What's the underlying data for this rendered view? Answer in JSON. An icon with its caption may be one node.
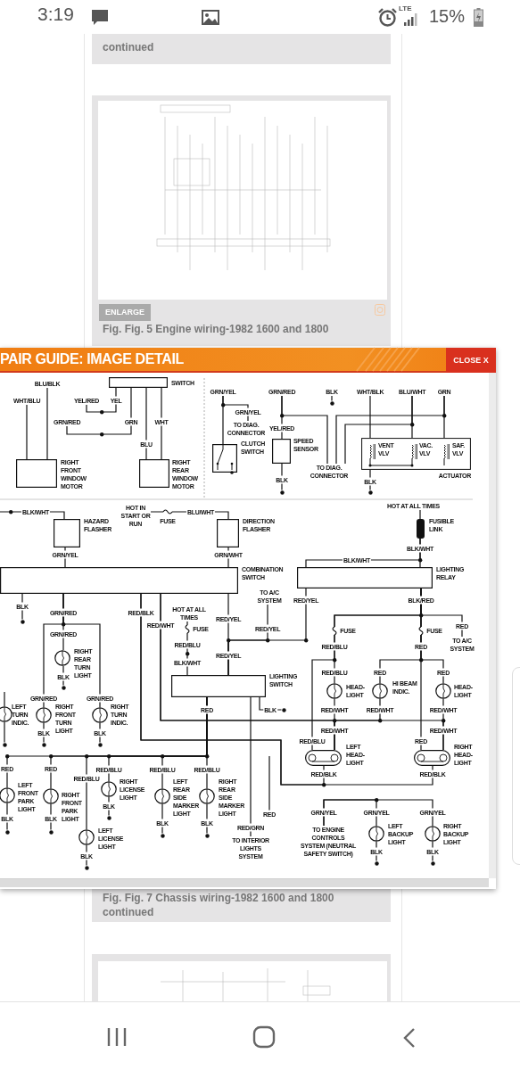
{
  "diagram": {
    "nodes": [
      {
        "text": [
          "SWITCH"
        ]
      },
      {
        "text": [
          "RIGHT FRONT WINDOW MOTOR"
        ]
      },
      {
        "text": [
          "RIGHT REAR WINDOW MOTOR"
        ]
      },
      {
        "text": [
          "CLUTCH SWITCH"
        ]
      },
      {
        "text": [
          "TO DIAG. CONNECTOR"
        ]
      },
      {
        "text": [
          "SPEED SENSOR"
        ]
      },
      {
        "text": [
          "TO DIAG. CONNECTOR"
        ]
      },
      {
        "text": [
          "VENT VLV",
          "VAC. VLV",
          "SAF. VLV",
          "ACTUATOR"
        ]
      },
      {
        "text": [
          "HOT IN START OR RUN"
        ]
      },
      {
        "text": [
          "HAZARD FLASHER"
        ]
      },
      {
        "text": [
          "DIRECTION FLASHER"
        ]
      },
      {
        "text": [
          "COMBINATION SWITCH"
        ]
      },
      {
        "text": [
          "TO A/C SYSTEM"
        ]
      },
      {
        "text": [
          "HOT AT ALL TIMES"
        ]
      },
      {
        "text": [
          "FUSIBLE LINK"
        ]
      },
      {
        "text": [
          "LIGHTING RELAY"
        ]
      },
      {
        "text": [
          "RIGHT REAR TURN LIGHT"
        ]
      },
      {
        "text": [
          "HOT AT ALL TIMES"
        ]
      },
      {
        "text": [
          "LIGHTING SWITCH"
        ]
      },
      {
        "text": [
          "LEFT TURN INDIC."
        ]
      },
      {
        "text": [
          "RIGHT FRONT TURN LIGHT"
        ]
      },
      {
        "text": [
          "RIGHT TURN INDIC."
        ]
      },
      {
        "text": [
          "LEFT FRONT PARK LIGHT"
        ]
      },
      {
        "text": [
          "RIGHT FRONT PARK LIGHT"
        ]
      },
      {
        "text": [
          "LEFT LICENSE LIGHT"
        ]
      },
      {
        "text": [
          "RIGHT LICENSE LIGHT"
        ]
      },
      {
        "text": [
          "LEFT REAR SIDE MARKER LIGHT"
        ]
      },
      {
        "text": [
          "RIGHT REAR SIDE MARKER LIGHT"
        ]
      },
      {
        "text": [
          "TO INTERIOR LIGHTS SYSTEM"
        ]
      },
      {
        "text": [
          "HEAD- LIGHT"
        ]
      },
      {
        "text": [
          "HI BEAM INDIC."
        ]
      },
      {
        "text": [
          "HEAD- LIGHT"
        ]
      },
      {
        "text": [
          "TO A/C SYSTEM"
        ]
      },
      {
        "text": [
          "LEFT HEAD- LIGHT"
        ]
      },
      {
        "text": [
          "RIGHT HEAD- LIGHT"
        ]
      },
      {
        "text": [
          "TO ENGINE CONTROLS SYSTEM (NEUTRAL SAFETY SWITCH)"
        ]
      },
      {
        "text": [
          "LEFT BACKUP LIGHT"
        ]
      },
      {
        "text": [
          "RIGHT BACKUP LIGHT"
        ]
      },
      {
        "text": [],
        "shape": "circle"
      },
      {
        "text": [],
        "shape": "circle"
      },
      {
        "text": [],
        "shape": "circle"
      },
      {
        "text": [],
        "shape": "circle"
      },
      {
        "text": [],
        "shape": "circle"
      },
      {
        "text": [],
        "shape": "circle"
      },
      {
        "text": [],
        "shape": "circle"
      },
      {
        "text": [],
        "shape": "circle"
      },
      {
        "text": [],
        "shape": "circle"
      },
      {
        "text": [],
        "shape": "circle"
      },
      {
        "text": [],
        "shape": "circle"
      },
      {
        "text": [],
        "shape": "circle"
      },
      {
        "text": [],
        "shape": "circle"
      },
      {
        "text": [],
        "shape": "circle"
      },
      {
        "text": [],
        "shape": "circle"
      },
      {
        "text": [],
        "shape": "circle"
      },
      {
        "text": [],
        "shape": "circle"
      },
      {
        "text": [
          "BLU/BLK"
        ]
      },
      {
        "text": [
          "WHT/BLU"
        ]
      },
      {
        "text": [
          "YEL/RED"
        ]
      },
      {
        "text": [
          "GRN/RED"
        ]
      },
      {
        "text": [
          "GRN/YEL"
        ]
      },
      {
        "text": [
          "GRN/RED"
        ]
      },
      {
        "text": [
          "BLK"
        ]
      },
      {
        "text": [
          "WHT/BLK"
        ]
      },
      {
        "text": [
          "BLU/WHT"
        ]
      },
      {
        "text": [
          "GRN"
        ]
      }
    ],
    "edges": [
      {
        "from": 56,
        "to": 1,
        "arrow": "none"
      },
      {
        "from": 55,
        "to": 1,
        "arrow": "none"
      },
      {
        "from": 0,
        "to": 58,
        "arrow": "none"
      },
      {
        "from": 0,
        "to": 57,
        "arrow": "none"
      },
      {
        "from": 0,
        "to": 2,
        "arrow": "none"
      },
      {
        "from": 0,
        "to": 2,
        "arrow": "none"
      },
      {
        "from": 59,
        "to": 3,
        "arrow": "none"
      },
      {
        "from": 59,
        "to": 4,
        "arrow": "none"
      },
      {
        "from": 60,
        "to": 5,
        "arrow": "none"
      },
      {
        "from": 60,
        "to": 6,
        "arrow": "none"
      },
      {
        "from": 64,
        "to": 6,
        "arrow": "none"
      },
      {
        "from": 63,
        "to": 6,
        "arrow": "none"
      },
      {
        "from": 62,
        "to": 7,
        "arrow": "none"
      },
      {
        "from": 63,
        "to": 7,
        "arrow": "none"
      },
      {
        "from": 64,
        "to": 7,
        "arrow": "none"
      },
      {
        "from": null,
        "to": 9,
        "arrow": "none"
      },
      {
        "from": 8,
        "to": 10,
        "arrow": "none"
      },
      {
        "from": 9,
        "to": 11,
        "arrow": "none"
      },
      {
        "from": 10,
        "to": 11,
        "arrow": "none"
      },
      {
        "from": 13,
        "to": 14,
        "arrow": "none"
      },
      {
        "from": 14,
        "to": 15,
        "arrow": "none"
      },
      {
        "from": 14,
        "to": 15,
        "arrow": "none"
      },
      {
        "from": 12,
        "to": 18,
        "arrow": "none"
      },
      {
        "from": 11,
        "to": 18,
        "arrow": "none"
      },
      {
        "from": 15,
        "to": 18,
        "arrow": "none"
      },
      {
        "from": 11,
        "to": 16,
        "arrow": "none"
      },
      {
        "from": 11,
        "to": 20,
        "arrow": "none"
      },
      {
        "from": 11,
        "to": 21,
        "arrow": "none"
      },
      {
        "from": 17,
        "to": 18,
        "arrow": "none"
      },
      {
        "from": 18,
        "to": 22,
        "arrow": "none"
      },
      {
        "from": 18,
        "to": 23,
        "arrow": "none"
      },
      {
        "from": 18,
        "to": 24,
        "arrow": "none"
      },
      {
        "from": 18,
        "to": 25,
        "arrow": "none"
      },
      {
        "from": 18,
        "to": 26,
        "arrow": "none"
      },
      {
        "from": 18,
        "to": 27,
        "arrow": "none"
      },
      {
        "from": 18,
        "to": 28,
        "arrow": "none"
      },
      {
        "from": 15,
        "to": 29,
        "arrow": "none"
      },
      {
        "from": 15,
        "to": 33,
        "arrow": "none"
      },
      {
        "from": 15,
        "to": 30,
        "arrow": "none"
      },
      {
        "from": 15,
        "to": 31,
        "arrow": "none"
      },
      {
        "from": 15,
        "to": 34,
        "arrow": "none"
      },
      {
        "from": 15,
        "to": 32,
        "arrow": "none"
      },
      {
        "from": 29,
        "to": 33,
        "arrow": "none"
      },
      {
        "from": 31,
        "to": 34,
        "arrow": "none"
      },
      {
        "from": 30,
        "to": 33,
        "arrow": "none"
      },
      {
        "from": 11,
        "to": 33,
        "arrow": "none"
      },
      {
        "from": 11,
        "to": 34,
        "arrow": "none"
      },
      {
        "from": 11,
        "to": 33,
        "arrow": "none"
      },
      {
        "from": 11,
        "to": 34,
        "arrow": "none"
      },
      {
        "from": 36,
        "to": 35,
        "arrow": "none"
      },
      {
        "from": 37,
        "to": 35,
        "arrow": "none"
      },
      {
        "from": 61,
        "to": 38,
        "arrow": "none"
      },
      {
        "from": 5,
        "to": 39,
        "arrow": "none"
      },
      {
        "from": 7,
        "to": 40,
        "arrow": "none"
      },
      {
        "from": 11,
        "to": 41,
        "arrow": "none"
      },
      {
        "from": 16,
        "to": 42,
        "arrow": "none"
      },
      {
        "from": 18,
        "to": 43,
        "arrow": "none"
      },
      {
        "from": 19,
        "to": 44,
        "arrow": "none"
      },
      {
        "from": 20,
        "to": 45,
        "arrow": "none"
      },
      {
        "from": 21,
        "to": 46,
        "arrow": "none"
      },
      {
        "from": 25,
        "to": 47,
        "arrow": "none"
      },
      {
        "from": 22,
        "to": 48,
        "arrow": "none"
      },
      {
        "from": 23,
        "to": 49,
        "arrow": "none"
      },
      {
        "from": 26,
        "to": 50,
        "arrow": "none"
      },
      {
        "from": 27,
        "to": 51,
        "arrow": "none"
      },
      {
        "from": 36,
        "to": 52,
        "arrow": "none"
      },
      {
        "from": 37,
        "to": 53,
        "arrow": "none"
      },
      {
        "from": 24,
        "to": 54,
        "arrow": "none"
      },
      {
        "from": null,
        "to": 19,
        "arrow": "none"
      }
    ],
    "labels": [
      "3:19",
      "LTE",
      "15%",
      "continued",
      "ENLARGE",
      "Fig. Fig. 5 Engine wiring-1982 1600 and 1800",
      "PAIR GUIDE: IMAGE DETAIL",
      "CLOSE X",
      "YEL",
      "GRN",
      "WHT",
      "BLU",
      "GRN/YEL",
      "YEL/RED",
      "BLK",
      "BLK",
      "BLK/WHT",
      "FUSE",
      "BLU/WHT",
      "GRN/YEL",
      "GRN/WHT",
      "BLK/WHT",
      "BLK/WHT",
      "RED/YEL",
      "BLK/RED",
      "BLK",
      "GRN/RED",
      "RED/BLK",
      "RED/YEL",
      "RED/WHT",
      "FUSE",
      "RED/YEL",
      "FUSE",
      "FUSE",
      "RED",
      "GRN/RED",
      "RED/BLU",
      "RED/BLU",
      "RED",
      "RED/YEL",
      "BLK/WHT",
      "RED/BLU",
      "RED",
      "RED",
      "BLK",
      "GRN/RED",
      "GRN/RED",
      "RED",
      "BLK",
      "RED/WHT",
      "RED/WHT",
      "RED/WHT",
      "RED/WHT",
      "RED/WHT",
      "BLK",
      "BLK",
      "RED/BLU",
      "RED",
      "RED",
      "RED",
      "RED/BLU",
      "RED/BLU",
      "RED/BLU",
      "RED/BLU",
      "RED/BLK",
      "RED/BLK",
      "GRN/YEL",
      "GRN/YEL",
      "GRN/YEL",
      "RED",
      "BLK",
      "BLK",
      "BLK",
      "BLK",
      "BLK",
      "RED/GRN",
      "BLK",
      "BLK",
      "BLK",
      "Fig. Fig. 7 Chassis wiring-1982 1600 and 1800 continued"
    ]
  }
}
